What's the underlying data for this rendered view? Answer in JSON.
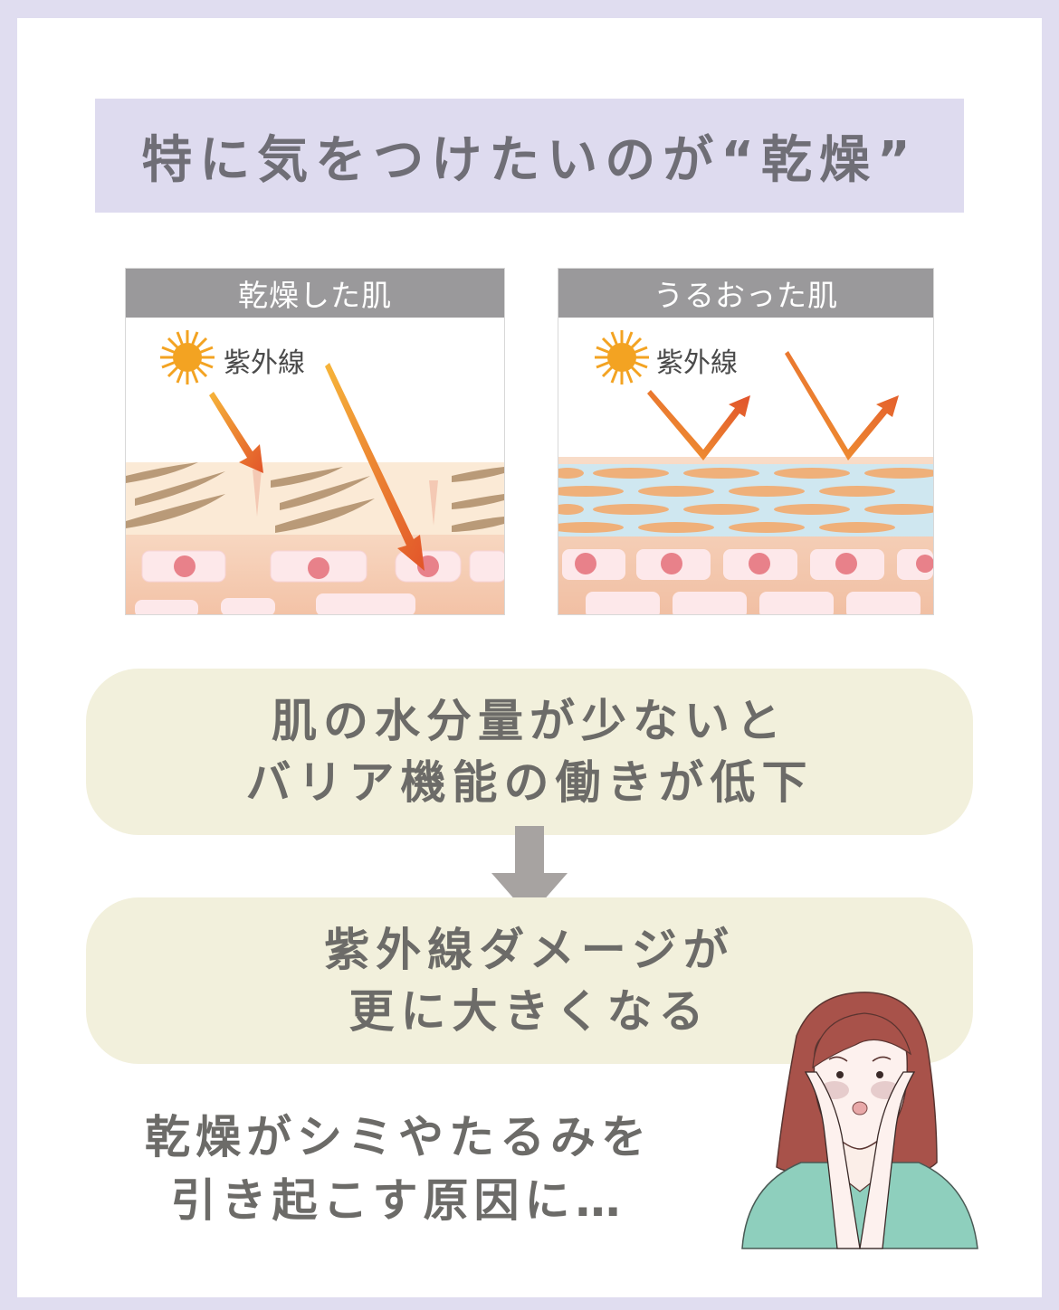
{
  "title": "特に気をつけたいのが“乾燥”",
  "panels": [
    {
      "heading": "乾燥した肌",
      "uv_label": "紫外線",
      "state": "dry",
      "illustration": "uv-penetrating-damaged-skin"
    },
    {
      "heading": "うるおった肌",
      "uv_label": "紫外線",
      "state": "moist",
      "illustration": "uv-reflected-healthy-skin"
    }
  ],
  "callouts": [
    {
      "lines": [
        "肌の水分量が少ないと",
        "バリア機能の働きが低下"
      ]
    },
    {
      "lines": [
        "紫外線ダメージが",
        "更に大きくなる"
      ]
    }
  ],
  "arrow_icon": "down-arrow-icon",
  "conclusion": {
    "lines": [
      "乾燥がシミやたるみを",
      "引き起こす原因に…"
    ]
  },
  "illustration": "worried-woman-touching-cheeks",
  "colors": {
    "frame": "#e0ddf0",
    "title_band": "#dedbef",
    "panel_header": "#9a999b",
    "callout_bg": "#f2f0dc",
    "text": "#6c6b68",
    "arrow": "#a7a3a1",
    "uv_arrow": "#e8742a",
    "sun": "#f3a322"
  }
}
